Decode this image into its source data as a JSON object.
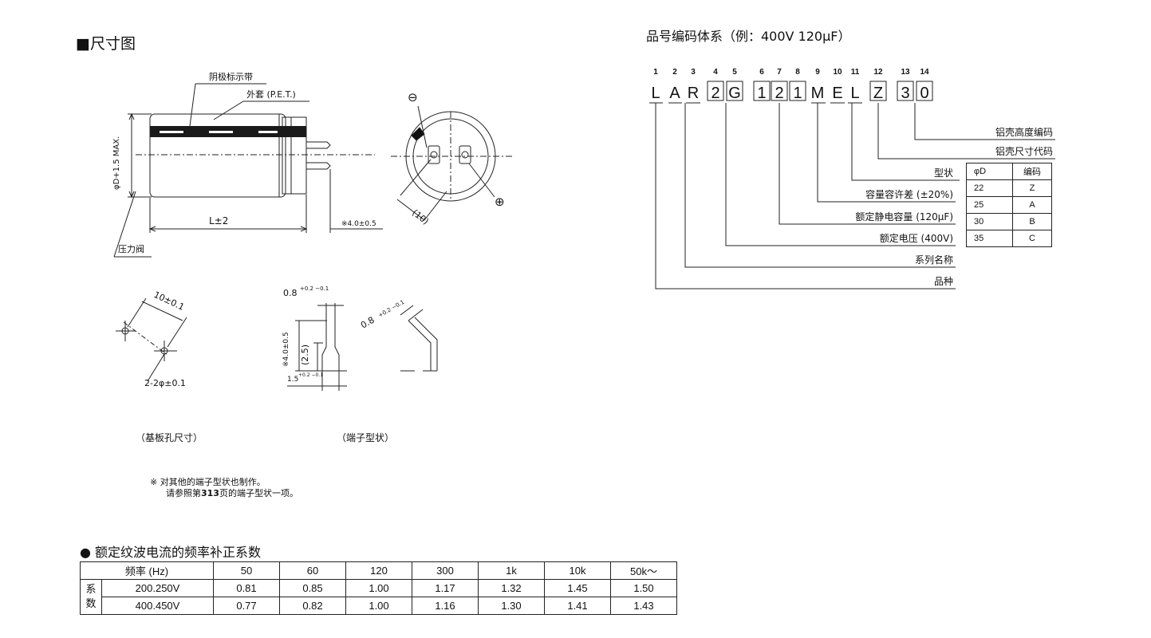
{
  "dimensions_title": "■尺寸图",
  "code_title": "品号编码体系（例：400V 120µF）",
  "drawing": {
    "cathode_band": "阴极标示带",
    "sleeve": "外套 (P.E.T.)",
    "diameter": "φD+1.5 MAX.",
    "length": "L±2",
    "lead_length": "※4.0±0.5",
    "vent": "压力阀",
    "minus": "⊖",
    "plus": "⊕",
    "pitch": "(10)",
    "hole_pitch": "10±0.1",
    "hole_dia": "2-2φ±0.1",
    "term_width": "0.8",
    "term_width_tol": "+0.2 −0.1",
    "term_len": "※4.0±0.5",
    "term_inner": "(2.5)",
    "term_base": "1.5",
    "term_base_tol": "+0.2 −0.1",
    "term_side_width": "0.8",
    "term_side_tol": "+0.2 −0.1",
    "caption_board": "（基板孔尺寸）",
    "caption_terminal": "（端子型状）",
    "note_line1": "※  对其他的端子型状也制作。",
    "note_line2_pre": "请参照第",
    "note_line2_page": "313",
    "note_line2_post": "页的端子型状一项。"
  },
  "code": {
    "positions": [
      "1",
      "2",
      "3",
      "4",
      "5",
      "6",
      "7",
      "8",
      "9",
      "10",
      "11",
      "12",
      "13",
      "14"
    ],
    "chars": [
      "L",
      "A",
      "R",
      "2",
      "G",
      "1",
      "2",
      "1",
      "M",
      "E",
      "L",
      "Z",
      "3",
      "0"
    ],
    "labels": {
      "case_height": "铝壳高度编码",
      "case_size": "铝壳尺寸代码",
      "shape": "型状",
      "tolerance": "容量容许差 (±20%)",
      "capacitance": "额定静电容量 (120µF)",
      "voltage": "额定电压 (400V)",
      "series": "系列名称",
      "type": "品种"
    },
    "case_table": {
      "headers": [
        "φD",
        "编码"
      ],
      "rows": [
        [
          "22",
          "Z"
        ],
        [
          "25",
          "A"
        ],
        [
          "30",
          "B"
        ],
        [
          "35",
          "C"
        ]
      ]
    }
  },
  "ripple": {
    "title": "● 额定纹波电流的频率补正系数",
    "header_label": "频率 (Hz)",
    "frequencies": [
      "50",
      "60",
      "120",
      "300",
      "1k",
      "10k",
      "50k～"
    ],
    "side_label_1": "系",
    "side_label_2": "数",
    "rows": [
      {
        "voltage": "200.250V",
        "values": [
          "0.81",
          "0.85",
          "1.00",
          "1.17",
          "1.32",
          "1.45",
          "1.50"
        ]
      },
      {
        "voltage": "400.450V",
        "values": [
          "0.77",
          "0.82",
          "1.00",
          "1.16",
          "1.30",
          "1.41",
          "1.43"
        ]
      }
    ]
  }
}
